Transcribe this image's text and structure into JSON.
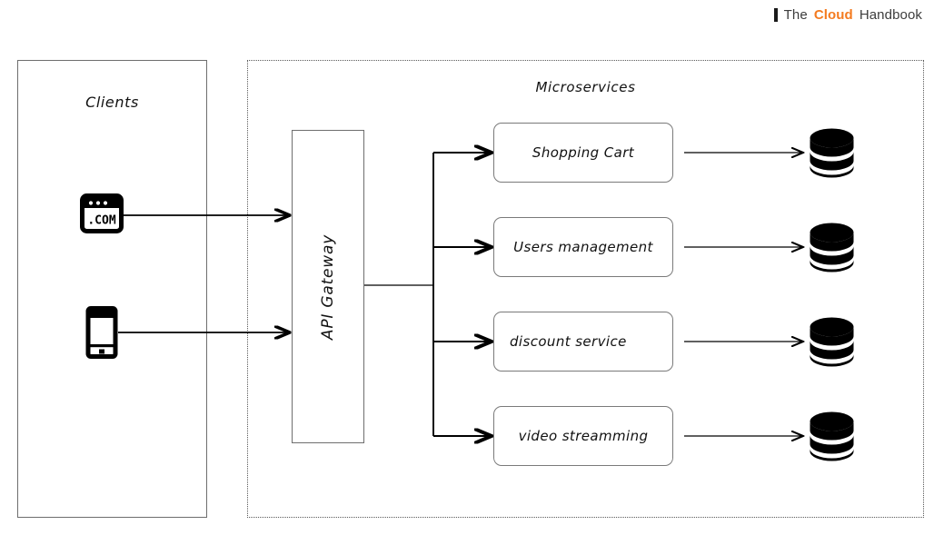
{
  "header": {
    "bar_icon": "vertical-bar-icon",
    "prefix": "The",
    "accent": "Cloud",
    "suffix": "Handbook",
    "accent_color": "#f47b20",
    "text_color": "#3c3c3c"
  },
  "diagram": {
    "type": "architecture-diagram",
    "clients": {
      "title": "Clients",
      "items": [
        {
          "icon": "browser-window-icon",
          "label": ".COM"
        },
        {
          "icon": "mobile-phone-icon",
          "label": ""
        }
      ]
    },
    "gateway": {
      "label": "API Gateway",
      "rotation": "-90deg"
    },
    "microservices": {
      "title": "Microservices",
      "services": [
        {
          "label": "Shopping Cart",
          "align": "center",
          "database": "database-cylinder-icon"
        },
        {
          "label": "Users management",
          "align": "center",
          "database": "database-cylinder-icon"
        },
        {
          "label": "discount service",
          "align": "left",
          "database": "database-cylinder-icon"
        },
        {
          "label": "video streamming",
          "align": "center",
          "database": "database-cylinder-icon"
        }
      ]
    },
    "connectors": [
      {
        "from": "browser-window-icon",
        "to": "api-gateway",
        "style": "arrow"
      },
      {
        "from": "mobile-phone-icon",
        "to": "api-gateway",
        "style": "arrow"
      },
      {
        "from": "api-gateway",
        "to": "service-bus",
        "style": "line"
      },
      {
        "from": "service-bus",
        "to": "service-shopping-cart",
        "style": "arrow"
      },
      {
        "from": "service-bus",
        "to": "service-users-management",
        "style": "arrow"
      },
      {
        "from": "service-bus",
        "to": "service-discount-service",
        "style": "arrow"
      },
      {
        "from": "service-bus",
        "to": "service-video-streamming",
        "style": "arrow"
      },
      {
        "from": "service-shopping-cart",
        "to": "database-0",
        "style": "arrow"
      },
      {
        "from": "service-users-management",
        "to": "database-1",
        "style": "arrow"
      },
      {
        "from": "service-discount-service",
        "to": "database-2",
        "style": "arrow"
      },
      {
        "from": "service-video-streamming",
        "to": "database-3",
        "style": "arrow"
      }
    ]
  }
}
